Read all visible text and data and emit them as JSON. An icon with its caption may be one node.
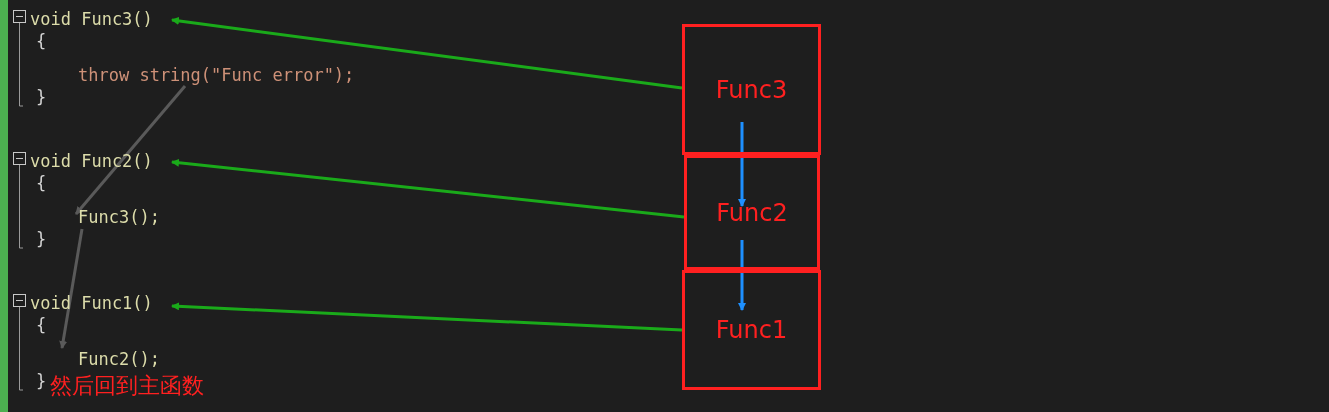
{
  "diagram": {
    "nodes": [
      {
        "text": [
          "void Func3()"
        ]
      },
      {
        "text": [
          "throw string(\"Func error\");"
        ]
      },
      {
        "text": [
          "void Func2()"
        ]
      },
      {
        "text": [
          "Func3();"
        ]
      },
      {
        "text": [
          "void Func1()"
        ]
      },
      {
        "text": [
          "Func2();"
        ]
      },
      {
        "text": [
          "Func3"
        ]
      },
      {
        "text": [
          "Func2"
        ]
      },
      {
        "text": [
          "Func1"
        ]
      }
    ],
    "edges": [
      {
        "from": 6,
        "to": 0,
        "arrow": "to",
        "color": "#1aaa1a"
      },
      {
        "from": 7,
        "to": 2,
        "arrow": "to",
        "color": "#1aaa1a"
      },
      {
        "from": 8,
        "to": 4,
        "arrow": "to",
        "color": "#1aaa1a"
      },
      {
        "from": 6,
        "to": 7,
        "arrow": "to",
        "color": "#1e90ff"
      },
      {
        "from": 7,
        "to": 8,
        "arrow": "to",
        "color": "#1e90ff"
      },
      {
        "from": 1,
        "to": 3,
        "arrow": "to",
        "color": "#5a5a5a"
      },
      {
        "from": 3,
        "to": 5,
        "arrow": "to",
        "color": "#5a5a5a"
      }
    ],
    "labels": [
      "{",
      "}",
      "{",
      "}",
      "{",
      "}",
      "然后回到主函数"
    ]
  }
}
